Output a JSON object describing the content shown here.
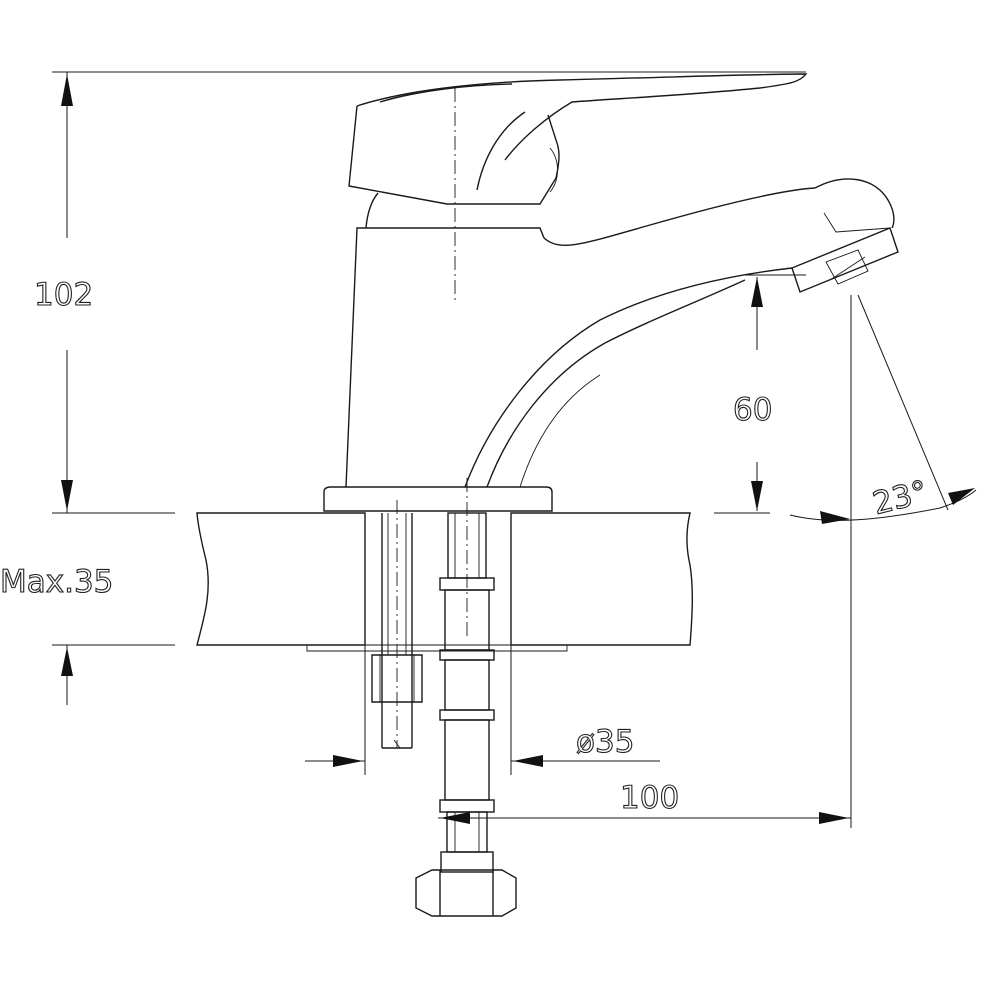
{
  "dimensions": {
    "total_height": "102",
    "spout_height": "60",
    "spout_angle": "23°",
    "max_deck_thickness": "Max.35",
    "hole_diameter": "ø35",
    "spout_reach": "100"
  }
}
